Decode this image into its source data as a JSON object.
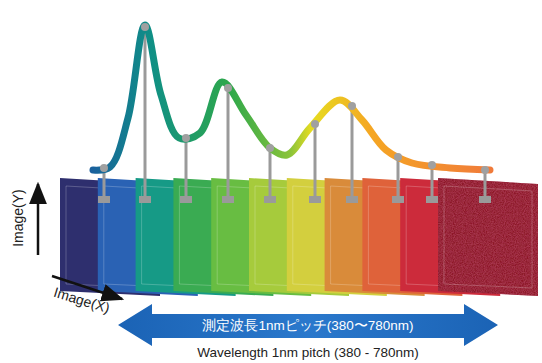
{
  "diagram": {
    "nodes": [
      {
        "text": [
          "測定波長1nmピッチ(380〜780nm)",
          "Wavelength 1nm pitch (380 - 780nm)"
        ]
      }
    ],
    "labels": [
      "Image(Y)",
      "Image(X)"
    ]
  }
}
